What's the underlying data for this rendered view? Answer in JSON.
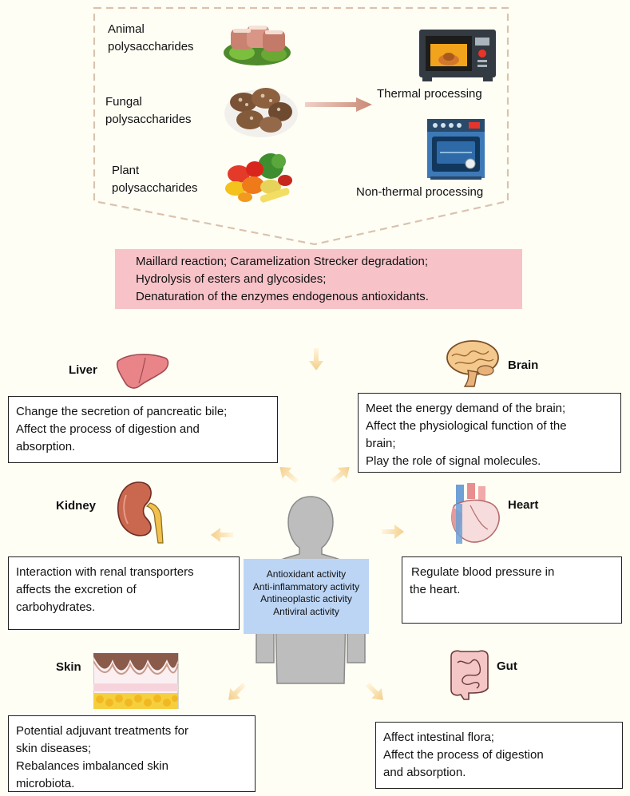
{
  "sources": [
    {
      "label": "Animal polysaccharides",
      "line1": "Animal",
      "line2": "polysaccharides",
      "icon": "meat-icon"
    },
    {
      "label": "Fungal polysaccharides",
      "line1": "Fungal",
      "line2": "polysaccharides",
      "icon": "mushroom-icon"
    },
    {
      "label": "Plant polysaccharides",
      "line1": "Plant",
      "line2": "polysaccharides",
      "icon": "vegetables-icon"
    }
  ],
  "processing": {
    "thermal": "Thermal processing",
    "non_thermal": "Non-thermal processing"
  },
  "reactions": [
    "Maillard reaction; Caramelization Strecker degradation;",
    "Hydrolysis of esters and glycosides;",
    "Denaturation of the enzymes endogenous antioxidants."
  ],
  "center_activities": [
    "Antioxidant activity",
    "Anti-inflammatory activity",
    "Antineoplastic activity",
    "Antiviral activity"
  ],
  "organs": {
    "liver": {
      "name": "Liver",
      "lines": [
        "Change the secretion of pancreatic bile;",
        "Affect the process of digestion and",
        "absorption."
      ]
    },
    "brain": {
      "name": "Brain",
      "lines": [
        "Meet the energy demand of the brain;",
        "Affect the physiological function of the",
        "brain;",
        "Play the role of signal molecules."
      ]
    },
    "kidney": {
      "name": "Kidney",
      "lines": [
        "Interaction with renal transporters",
        "affects the excretion of",
        "carbohydrates."
      ]
    },
    "heart": {
      "name": "Heart",
      "lines": [
        "Regulate blood pressure in",
        "the heart."
      ]
    },
    "skin": {
      "name": "Skin",
      "lines": [
        "Potential adjuvant treatments for",
        "skin diseases;",
        "Rebalances imbalanced skin",
        "microbiota."
      ]
    },
    "gut": {
      "name": "Gut",
      "lines": [
        "Affect intestinal flora;",
        "Affect the process of digestion",
        "and absorption."
      ]
    }
  },
  "colors": {
    "dashed_border": "#d9c3ae",
    "reaction_box": "#f7c3c9",
    "activity_box": "#bcd5f5",
    "arrow": "#f7d9a0",
    "process_arrow": "#c98a76",
    "silhouette": "#bdbdbd"
  }
}
